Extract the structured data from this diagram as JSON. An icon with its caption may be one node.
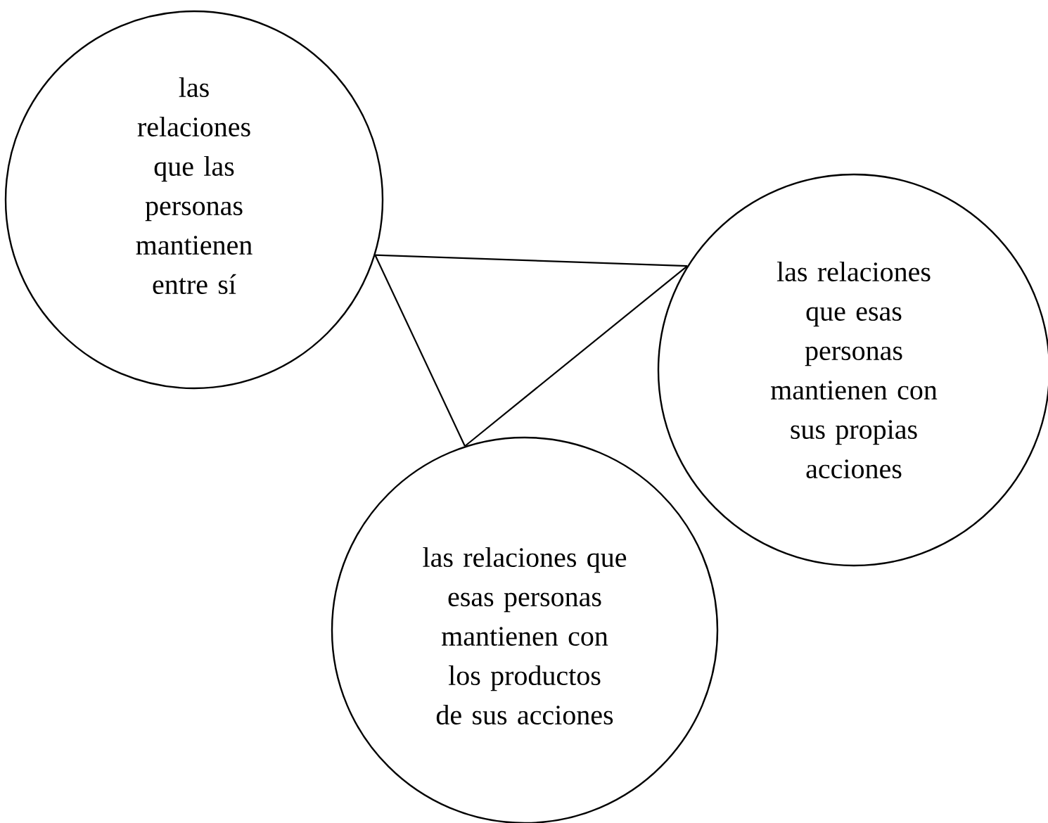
{
  "diagram": {
    "nodes": [
      {
        "text": [
          "las relaciones que las personas mantienen entre sí"
        ]
      },
      {
        "text": [
          "las relaciones que esas personas mantienen con sus propias acciones"
        ]
      },
      {
        "text": [
          "las relaciones que esas personas mantienen con los productos de sus acciones"
        ]
      }
    ],
    "edges": [
      {
        "from": 0,
        "to": 1,
        "arrow": "none"
      },
      {
        "from": 0,
        "to": 2,
        "arrow": "none"
      },
      {
        "from": 2,
        "to": 1,
        "arrow": "none"
      }
    ]
  }
}
